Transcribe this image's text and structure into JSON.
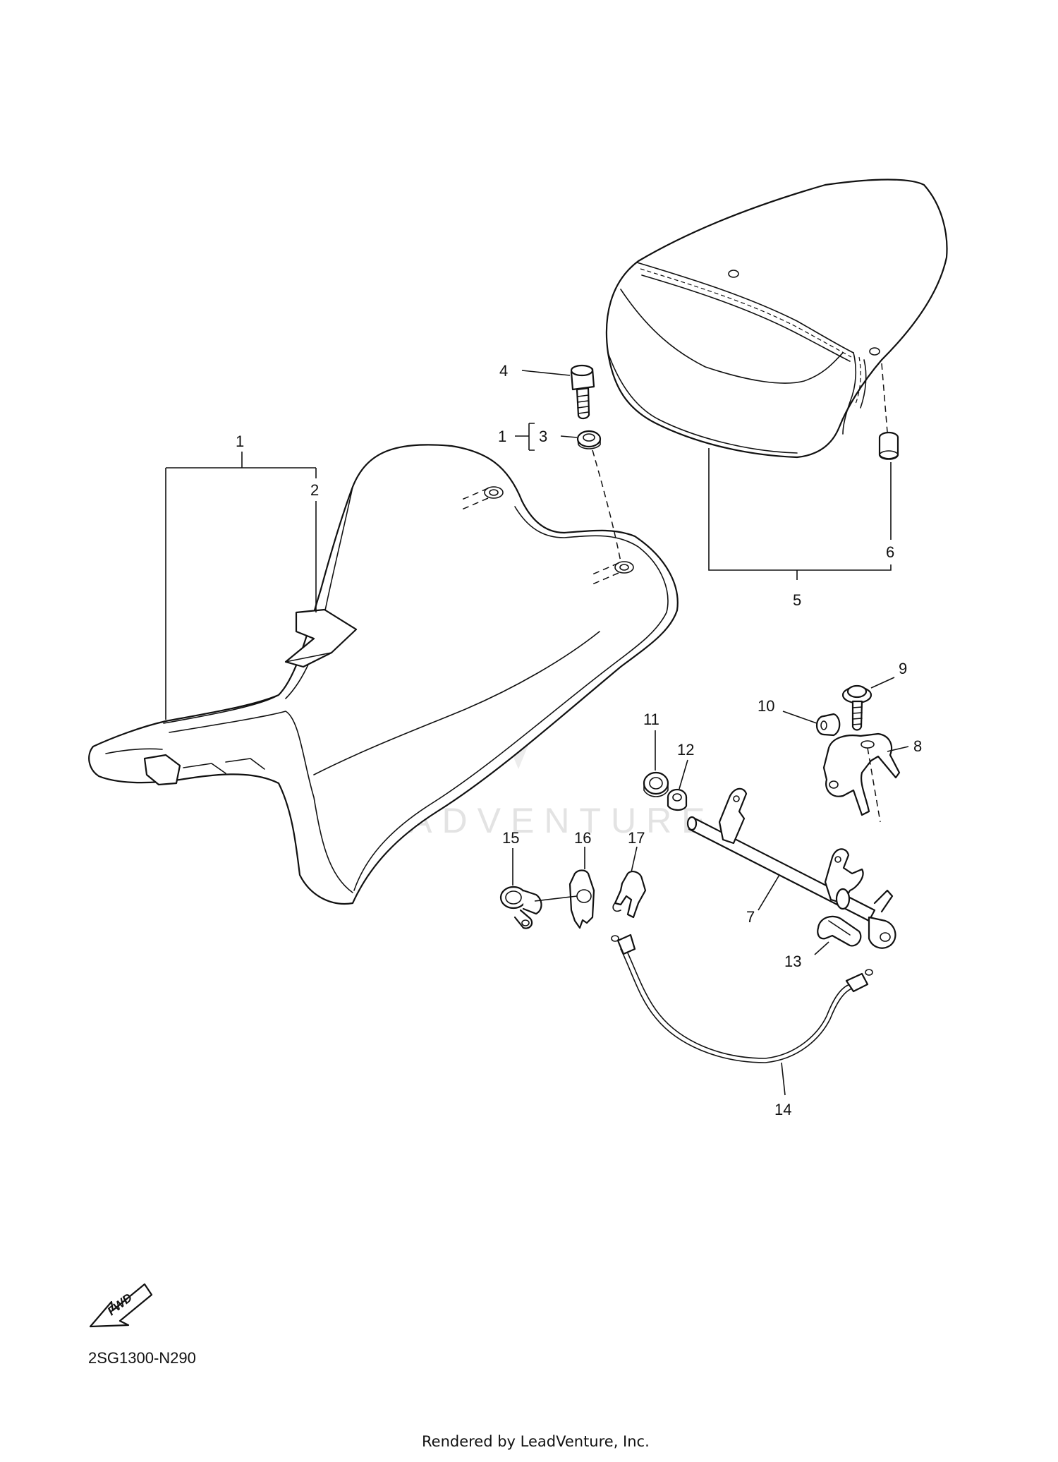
{
  "diagram": {
    "code": "2SG1300-N290",
    "footer": "Rendered by LeadVenture, Inc.",
    "watermark": "LEADVENTURE",
    "fwd_label": "FWD",
    "callouts": {
      "c1a": "1",
      "c1b": "1",
      "c2": "2",
      "c3": "3",
      "c4": "4",
      "c5": "5",
      "c6": "6",
      "c7": "7",
      "c8": "8",
      "c9": "9",
      "c10": "10",
      "c11": "11",
      "c12": "12",
      "c13": "13",
      "c14": "14",
      "c15": "15",
      "c16": "16",
      "c17": "17"
    }
  }
}
